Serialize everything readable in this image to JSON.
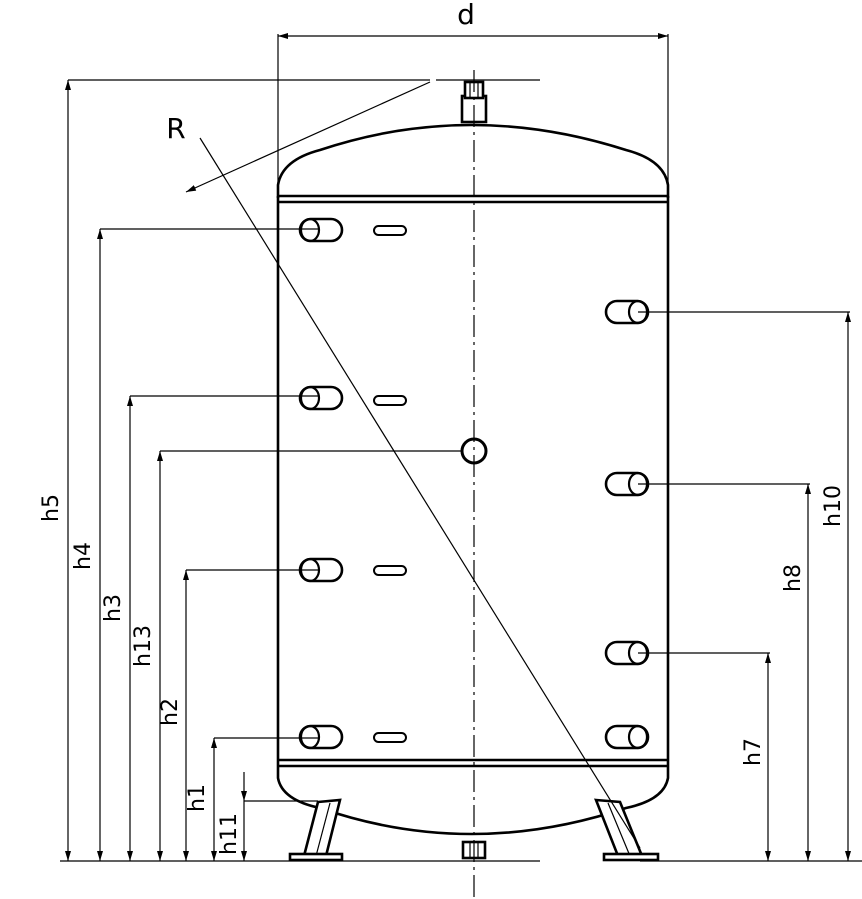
{
  "labels": {
    "d": "d",
    "R": "R",
    "h1": "h1",
    "h2": "h2",
    "h3": "h3",
    "h4": "h4",
    "h5": "h5",
    "h7": "h7",
    "h8": "h8",
    "h10": "h10",
    "h11": "h11",
    "h13": "h13"
  }
}
